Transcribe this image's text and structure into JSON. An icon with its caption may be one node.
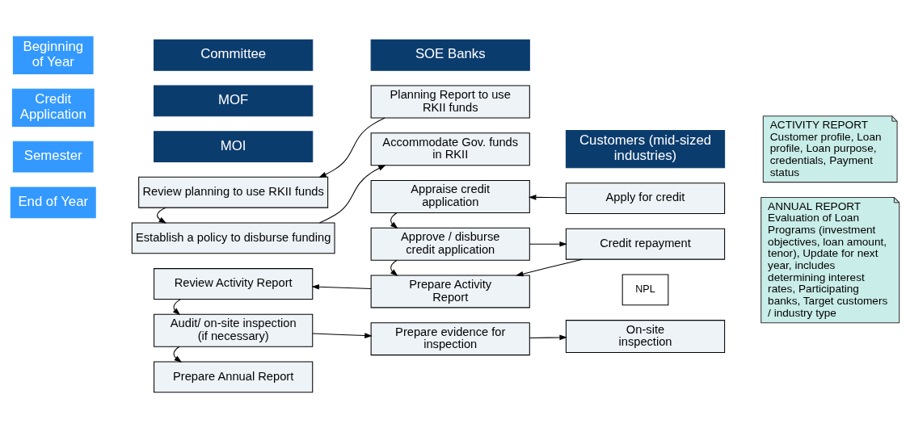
{
  "diagram": {
    "nodes": [
      {
        "text": [
          "Committee"
        ]
      },
      {
        "text": [
          "MOF"
        ]
      },
      {
        "text": [
          "MOI"
        ]
      },
      {
        "text": [
          "SOE Banks"
        ]
      },
      {
        "text": [
          "Customers (mid-sized industries)"
        ]
      },
      {
        "text": [
          "ACTIVITY REPORT",
          "Customer profile, Loan profile, Loan purpose, credentials, Payment status"
        ]
      },
      {
        "text": [
          "Beginning of Year"
        ]
      },
      {
        "text": [
          "Review planning to use RKII funds"
        ]
      },
      {
        "text": [
          "Planning Report to use RKII funds"
        ]
      },
      {
        "text": [
          "Establish a policy to disburse funding"
        ]
      },
      {
        "text": [
          "Accommodate Gov. funds in RKII"
        ]
      },
      {
        "text": [
          "Credit Application"
        ]
      },
      {
        "text": [
          "Appraise credit application"
        ]
      },
      {
        "text": [
          "Apply for credit"
        ]
      },
      {
        "text": [
          "ANNUAL REPORT",
          "Evaluation of Loan Programs (investment objectives, loan amount, tenor), Update for next year, includes determining interest rates, Participating banks, Target customers / industry type"
        ]
      },
      {
        "text": [
          "Approve / disburse credit application"
        ]
      },
      {
        "text": [
          "Credit repayment"
        ]
      },
      {
        "text": [
          "NPL"
        ]
      },
      {
        "text": [
          "Semester"
        ]
      },
      {
        "text": [
          "Review Activity Report"
        ]
      },
      {
        "text": [
          "Prepare Activity Report"
        ]
      },
      {
        "text": [
          "Audit/ on-site inspection (if necessary)"
        ]
      },
      {
        "text": [
          "Prepare evidence for inspection"
        ]
      },
      {
        "text": [
          "On-site inspection"
        ]
      },
      {
        "text": [
          "End of Year"
        ]
      },
      {
        "text": [
          "Prepare Annual Report"
        ]
      }
    ],
    "edges": [
      {
        "from": 8,
        "to": 7,
        "arrow": "to"
      },
      {
        "from": 7,
        "to": 9,
        "arrow": "to"
      },
      {
        "from": 9,
        "to": 10,
        "arrow": "to"
      },
      {
        "from": 13,
        "to": 12,
        "arrow": "to"
      },
      {
        "from": 12,
        "to": 15,
        "arrow": "to"
      },
      {
        "from": 15,
        "to": 16,
        "arrow": "to"
      },
      {
        "from": 15,
        "to": 20,
        "arrow": "to"
      },
      {
        "from": 16,
        "to": 20,
        "arrow": "to"
      },
      {
        "from": 20,
        "to": 19,
        "arrow": "to"
      },
      {
        "from": 19,
        "to": 21,
        "arrow": "to"
      },
      {
        "from": 21,
        "to": 22,
        "arrow": "to"
      },
      {
        "from": 22,
        "to": 23,
        "arrow": "to"
      },
      {
        "from": 21,
        "to": 25,
        "arrow": "to"
      }
    ]
  }
}
